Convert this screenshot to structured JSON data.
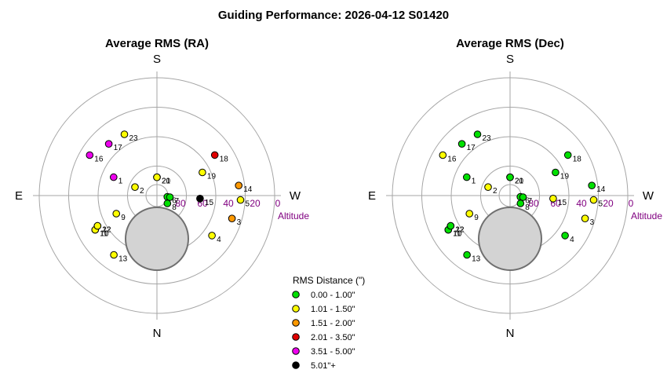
{
  "title": "Guiding Performance: 2026-04-12 S01420",
  "legend": {
    "title": "RMS Distance (\")",
    "items": [
      {
        "label": "0.00 - 1.00\"",
        "color": "#00e000"
      },
      {
        "label": "1.01 - 1.50\"",
        "color": "#ffff00"
      },
      {
        "label": "1.51 - 2.00\"",
        "color": "#ff9900"
      },
      {
        "label": "2.01 - 3.50\"",
        "color": "#e00000"
      },
      {
        "label": "3.51 - 5.00\"",
        "color": "#ee00ee"
      },
      {
        "label": "5.01\"+",
        "color": "#000000"
      }
    ]
  },
  "chart_data": [
    {
      "type": "scatter",
      "projection": "polar",
      "title": "Average RMS (RA)",
      "directions": {
        "top": "S",
        "bottom": "N",
        "left": "E",
        "right": "W"
      },
      "altitude_label": "Altitude",
      "altitude_ticks": [
        "80",
        "60",
        "40",
        "20",
        "0"
      ],
      "points": [
        {
          "label": "1",
          "az": 113,
          "alt": 54,
          "color": "#ee00ee"
        },
        {
          "label": "2",
          "az": 111,
          "alt": 72,
          "color": "#ffff00"
        },
        {
          "label": "3",
          "az": 287,
          "alt": 30,
          "color": "#ff9900"
        },
        {
          "label": "4",
          "az": 306,
          "alt": 38,
          "color": "#ffff00"
        },
        {
          "label": "5",
          "az": 273,
          "alt": 26,
          "color": "#ffff00"
        },
        {
          "label": "6",
          "az": 277,
          "alt": 82,
          "color": "#00e000"
        },
        {
          "label": "7",
          "az": 277,
          "alt": 80,
          "color": "#00e000"
        },
        {
          "label": "8",
          "az": 307,
          "alt": 80,
          "color": "#00e000"
        },
        {
          "label": "9",
          "az": 66,
          "alt": 56,
          "color": "#ffff00"
        },
        {
          "label": "10",
          "az": 61,
          "alt": 36,
          "color": "#ffff00"
        },
        {
          "label": "11",
          "az": 61,
          "alt": 36,
          "color": "#ffff00"
        },
        {
          "label": "12",
          "az": 63,
          "alt": 39,
          "color": "#ffff00"
        },
        {
          "label": "13",
          "az": 36,
          "alt": 34,
          "color": "#ffff00"
        },
        {
          "label": "14",
          "az": 263,
          "alt": 27,
          "color": "#ff9900"
        },
        {
          "label": "15",
          "az": 274,
          "alt": 57,
          "color": "#000000"
        },
        {
          "label": "16",
          "az": 121,
          "alt": 30,
          "color": "#ee00ee"
        },
        {
          "label": "17",
          "az": 137,
          "alt": 36,
          "color": "#ee00ee"
        },
        {
          "label": "18",
          "az": 235,
          "alt": 36,
          "color": "#e00000"
        },
        {
          "label": "19",
          "az": 243,
          "alt": 51,
          "color": "#ffff00"
        },
        {
          "label": "20",
          "az": 180,
          "alt": 76,
          "color": "#ffff00"
        },
        {
          "label": "21",
          "az": 180,
          "alt": 76,
          "color": "#ffff00"
        },
        {
          "label": "22",
          "az": 63,
          "alt": 39,
          "color": "#ffff00"
        },
        {
          "label": "23",
          "az": 152,
          "alt": 37,
          "color": "#ffff00"
        }
      ]
    },
    {
      "type": "scatter",
      "projection": "polar",
      "title": "Average RMS (Dec)",
      "directions": {
        "top": "S",
        "bottom": "N",
        "left": "E",
        "right": "W"
      },
      "altitude_label": "Altitude",
      "altitude_ticks": [
        "80",
        "60",
        "40",
        "20",
        "0"
      ],
      "points": [
        {
          "label": "1",
          "az": 113,
          "alt": 54,
          "color": "#00e000"
        },
        {
          "label": "2",
          "az": 111,
          "alt": 72,
          "color": "#ffff00"
        },
        {
          "label": "3",
          "az": 287,
          "alt": 30,
          "color": "#ffff00"
        },
        {
          "label": "4",
          "az": 306,
          "alt": 38,
          "color": "#00e000"
        },
        {
          "label": "5",
          "az": 273,
          "alt": 26,
          "color": "#ffff00"
        },
        {
          "label": "6",
          "az": 277,
          "alt": 82,
          "color": "#00e000"
        },
        {
          "label": "7",
          "az": 277,
          "alt": 80,
          "color": "#00e000"
        },
        {
          "label": "8",
          "az": 307,
          "alt": 80,
          "color": "#00e000"
        },
        {
          "label": "9",
          "az": 66,
          "alt": 56,
          "color": "#ffff00"
        },
        {
          "label": "10",
          "az": 61,
          "alt": 36,
          "color": "#00e000"
        },
        {
          "label": "11",
          "az": 61,
          "alt": 36,
          "color": "#00e000"
        },
        {
          "label": "12",
          "az": 63,
          "alt": 39,
          "color": "#00e000"
        },
        {
          "label": "13",
          "az": 36,
          "alt": 34,
          "color": "#00e000"
        },
        {
          "label": "14",
          "az": 263,
          "alt": 27,
          "color": "#00e000"
        },
        {
          "label": "15",
          "az": 274,
          "alt": 57,
          "color": "#ffff00"
        },
        {
          "label": "16",
          "az": 121,
          "alt": 30,
          "color": "#ffff00"
        },
        {
          "label": "17",
          "az": 137,
          "alt": 36,
          "color": "#00e000"
        },
        {
          "label": "18",
          "az": 235,
          "alt": 36,
          "color": "#00e000"
        },
        {
          "label": "19",
          "az": 243,
          "alt": 51,
          "color": "#00e000"
        },
        {
          "label": "20",
          "az": 180,
          "alt": 76,
          "color": "#00e000"
        },
        {
          "label": "21",
          "az": 180,
          "alt": 76,
          "color": "#00e000"
        },
        {
          "label": "22",
          "az": 63,
          "alt": 39,
          "color": "#00e000"
        },
        {
          "label": "23",
          "az": 152,
          "alt": 37,
          "color": "#00e000"
        }
      ]
    }
  ]
}
